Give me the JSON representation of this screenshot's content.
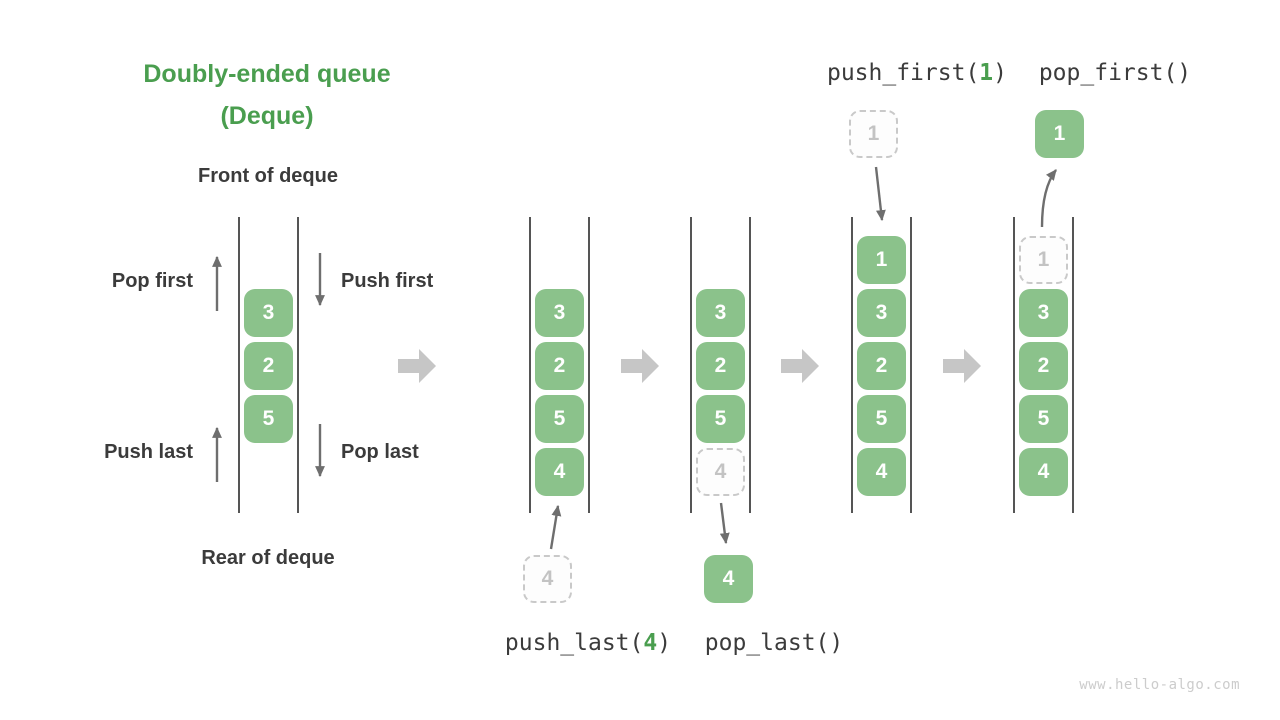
{
  "colors": {
    "accent_green": "#4a9e4f",
    "box_green": "#8bc28b",
    "text_dark": "#3b3b3b",
    "thin_arrow_gray": "#6e6e6e",
    "block_arrow_gray": "#c6c6c6",
    "ghost_gray": "#c9c9c9",
    "watermark_gray": "#cccccc"
  },
  "title": {
    "line1": "Doubly-ended queue",
    "line2": "(Deque)"
  },
  "deque_labels": {
    "front": "Front of deque",
    "rear": "Rear of deque",
    "pop_first": "Pop first",
    "push_first": "Push first",
    "push_last": "Push last",
    "pop_last": "Pop last"
  },
  "operations": {
    "push_last": {
      "prefix": "push_last(",
      "arg": "4",
      "suffix": ")"
    },
    "pop_last": {
      "label": "pop_last()"
    },
    "push_first": {
      "prefix": "push_first(",
      "arg": "1",
      "suffix": ")"
    },
    "pop_first": {
      "label": "pop_first()"
    }
  },
  "queues": {
    "q1": {
      "c2": "3",
      "c3": "2",
      "c4": "5"
    },
    "q2": {
      "c2": "3",
      "c3": "2",
      "c4": "5",
      "c5": "4"
    },
    "q3": {
      "c2": "3",
      "c3": "2",
      "c4": "5",
      "c5_ghost": "4"
    },
    "q4": {
      "c1": "1",
      "c2": "3",
      "c3": "2",
      "c4": "5",
      "c5": "4"
    },
    "q5": {
      "c1_ghost": "1",
      "c2": "3",
      "c3": "2",
      "c4": "5",
      "c5": "4"
    }
  },
  "floating": {
    "push_last_ghost": "4",
    "pop_last_result": "4",
    "push_first_ghost": "1",
    "pop_first_result": "1"
  },
  "watermark": "www.hello-algo.com"
}
